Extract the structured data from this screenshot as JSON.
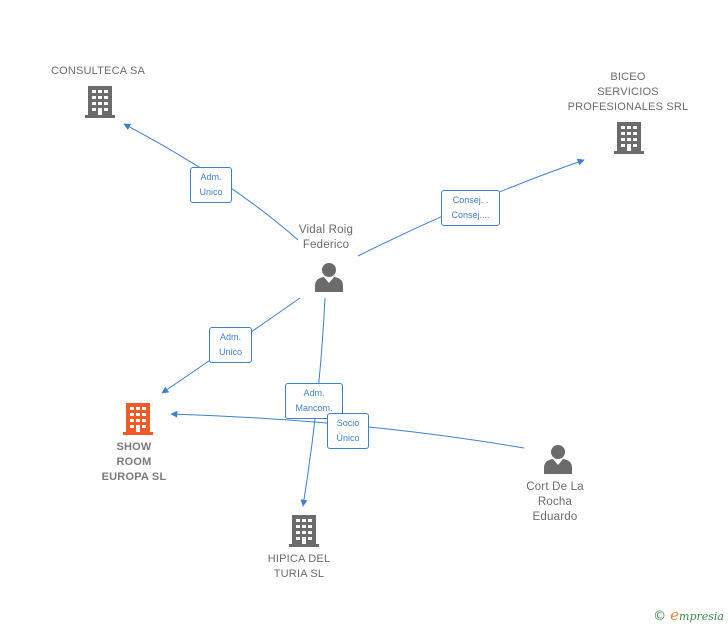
{
  "nodes": {
    "consulteca": {
      "label": "CONSULTECA SA",
      "kind": "company",
      "color": "#6b6b6b"
    },
    "biceo": {
      "label": "BICEO\nSERVICIOS\nPROFESIONALES SRL",
      "kind": "company",
      "color": "#6b6b6b"
    },
    "vidal": {
      "label": "Vidal Roig\nFederico",
      "kind": "person",
      "color": "#6b6b6b"
    },
    "showroom": {
      "label": "SHOW\nROOM\nEUROPA SL",
      "kind": "company",
      "color": "#f05a28"
    },
    "hipica": {
      "label": "HIPICA DEL\nTURIA SL",
      "kind": "company",
      "color": "#6b6b6b"
    },
    "cort": {
      "label": "Cort De La\nRocha\nEduardo",
      "kind": "person",
      "color": "#6b6b6b"
    }
  },
  "edges": {
    "vidal_consulteca": {
      "label": "Adm.\nUnico"
    },
    "vidal_biceo": {
      "label": "Consej. .\nConsej...."
    },
    "vidal_showroom": {
      "label": "Adm.\nUnico"
    },
    "vidal_hipica": {
      "label": "Adm.\nMancom."
    },
    "cort_showroom": {
      "label": "Socio\nÚnico"
    }
  },
  "colors": {
    "edge": "#3f7fcf"
  },
  "footer": {
    "copyright": "©",
    "brand_initial": "e",
    "brand_rest": "mpresia"
  }
}
